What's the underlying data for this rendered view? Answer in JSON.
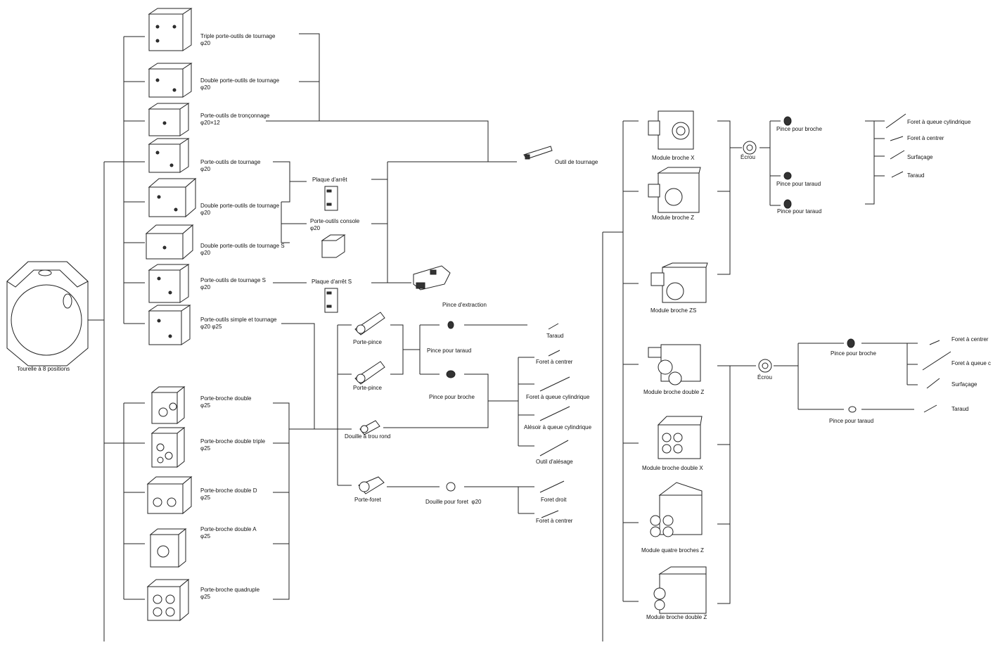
{
  "turret": {
    "label": "Tourelle à 8 positions"
  },
  "holders": [
    {
      "key": "triple",
      "label": "Triple porte-outils de tournage",
      "spec": "φ20"
    },
    {
      "key": "double",
      "label": "Double porte-outils de tournage",
      "spec": "φ20"
    },
    {
      "key": "tronconnage",
      "label": "Porte-outils de tronçonnage",
      "spec": "φ20×12"
    },
    {
      "key": "tournage",
      "label": "Porte-outils de tournage",
      "spec": "φ20"
    },
    {
      "key": "double2",
      "label": "Double porte-outils de tournage",
      "spec": "φ20"
    },
    {
      "key": "doubleS",
      "label": "Double porte-outils de tournage S",
      "spec": "φ20"
    },
    {
      "key": "tournageS",
      "label": "Porte-outils de tournage S",
      "spec": "φ20"
    },
    {
      "key": "simple",
      "label": "Porte-outils simple et tournage",
      "spec": "φ20 φ25"
    }
  ],
  "spindle_holders": [
    {
      "key": "pb-double",
      "label": "Porte-broche double",
      "spec": "φ25"
    },
    {
      "key": "pb-triple",
      "label": "Porte-broche double triple",
      "spec": "φ25"
    },
    {
      "key": "pb-d",
      "label": "Porte-broche double D",
      "spec": "φ25"
    },
    {
      "key": "pb-a",
      "label": "Porte-broche double A",
      "spec": "φ25"
    },
    {
      "key": "pb-quad",
      "label": "Porte-broche quadruple",
      "spec": "φ25"
    }
  ],
  "middle": {
    "plaque_arret": "Plaque d'arrêt",
    "console": "Porte-outils console",
    "console_spec": "φ20",
    "plaque_arret_s": "Plaque d'arrêt S",
    "outil_tournage": "Outil de tournage",
    "pince_extraction": "Pince d'extraction",
    "porte_pince_1": "Porte-pince",
    "porte_pince_2": "Porte-pince",
    "douille_trou_rond": "Douille à trou rond",
    "porte_foret": "Porte-foret",
    "pince_taraud": "Pince pour taraud",
    "pince_broche": "Pince pour broche",
    "douille_foret": "Douille pour foret",
    "douille_foret_spec": "φ20",
    "taraud": "Taraud",
    "foret_centrer": "Foret à centrer",
    "foret_queue": "Foret à queue cylindrique",
    "alesoir": "Alésoir à queue cylindrique",
    "outil_alesage": "Outil d'alésage",
    "foret_droit": "Foret droit",
    "foret_centrer_2": "Foret à centrer"
  },
  "modules": [
    {
      "key": "mx",
      "label": "Module broche X"
    },
    {
      "key": "mz",
      "label": "Module broche Z"
    },
    {
      "key": "mzs",
      "label": "Module broche ZS"
    },
    {
      "key": "mdz",
      "label": "Module broche double Z"
    },
    {
      "key": "mdx",
      "label": "Module broche double X"
    },
    {
      "key": "mqz",
      "label": "Module quatre broches Z"
    },
    {
      "key": "mdz2",
      "label": "Module broche double Z"
    }
  ],
  "right_top": {
    "ecrou": "Écrou",
    "pince_broche": "Pince pour broche",
    "pince_taraud": "Pince pour taraud",
    "pince_taraud_2": "Pince pour taraud",
    "foret_queue": "Foret à queue cylindrique",
    "foret_centrer": "Foret à centrer",
    "surfacage": "Surfaçage",
    "taraud": "Taraud"
  },
  "right_bottom": {
    "ecrou": "Écrou",
    "pince_broche": "Pince pour broche",
    "pince_taraud": "Pince pour taraud",
    "foret_centrer": "Foret à centrer",
    "foret_queue": "Foret à queue c",
    "surfacage": "Surfaçage",
    "taraud": "Taraud"
  }
}
